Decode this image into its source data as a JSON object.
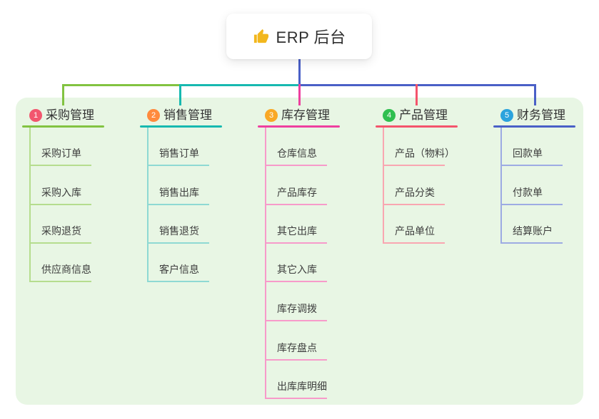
{
  "colors": {
    "page_background": "#ffffff",
    "panel_background": "#e8f6e4"
  },
  "root": {
    "label": "ERP 后台",
    "icon": "thumbs-up",
    "icon_color": "#f2b71d",
    "connector_color": "#4a60c7"
  },
  "branches": [
    {
      "number": "1",
      "title": "采购管理",
      "colors": {
        "badge": "#f2566e",
        "line": "#82c341",
        "line_light": "#b5dd8e"
      },
      "children": [
        "采购订单",
        "采购入库",
        "采购退货",
        "供应商信息"
      ]
    },
    {
      "number": "2",
      "title": "销售管理",
      "colors": {
        "badge": "#ff8a3d",
        "line": "#17b9b0",
        "line_light": "#8ed9d3"
      },
      "children": [
        "销售订单",
        "销售出库",
        "销售退货",
        "客户信息"
      ]
    },
    {
      "number": "3",
      "title": "库存管理",
      "colors": {
        "badge": "#f9a825",
        "line": "#ee3f9f",
        "line_light": "#f79aca"
      },
      "children": [
        "仓库信息",
        "产品库存",
        "其它出库",
        "其它入库",
        "库存调拨",
        "库存盘点",
        "出库库明细"
      ]
    },
    {
      "number": "4",
      "title": "产品管理",
      "colors": {
        "badge": "#2fbf4f",
        "line": "#f4546c",
        "line_light": "#f9a6b1"
      },
      "children": [
        "产品（物料）",
        "产品分类",
        "产品单位"
      ]
    },
    {
      "number": "5",
      "title": "财务管理",
      "colors": {
        "badge": "#2ba3dd",
        "line": "#4a60c7",
        "line_light": "#9dabe3"
      },
      "children": [
        "回款单",
        "付款单",
        "结算账户"
      ]
    }
  ]
}
